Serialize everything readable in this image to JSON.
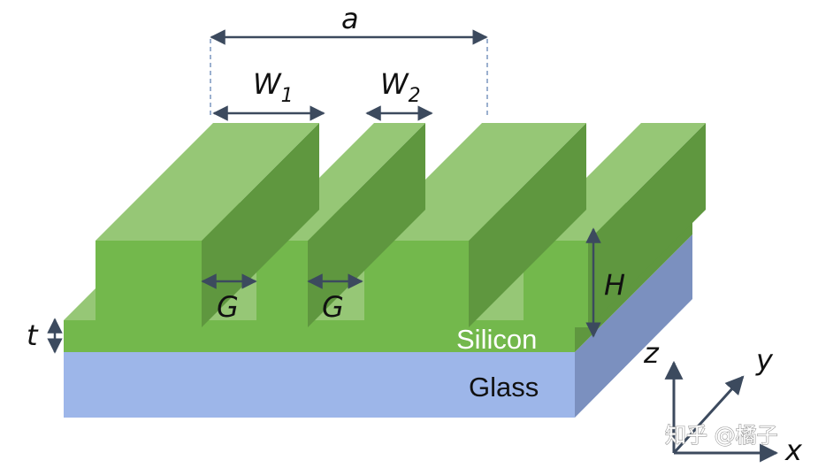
{
  "labels": {
    "a": "a",
    "w1_main": "W",
    "w1_sub": "1",
    "w2_main": "W",
    "w2_sub": "2",
    "g1": "G",
    "g2": "G",
    "h": "H",
    "t": "t",
    "silicon": "Silicon",
    "glass": "Glass",
    "axis_x": "x",
    "axis_y": "y",
    "axis_z": "z"
  },
  "watermark": "知乎 @橘子",
  "colors": {
    "silicon_top": "#96c776",
    "silicon_front": "#73b84c",
    "silicon_side": "#5f973f",
    "glass_front": "#9db6e9",
    "glass_side": "#7b90bf",
    "arrow": "#3c4a5e",
    "dashed": "#7a96bf",
    "silicon_text": "#ffffff",
    "glass_text": "#111111"
  }
}
